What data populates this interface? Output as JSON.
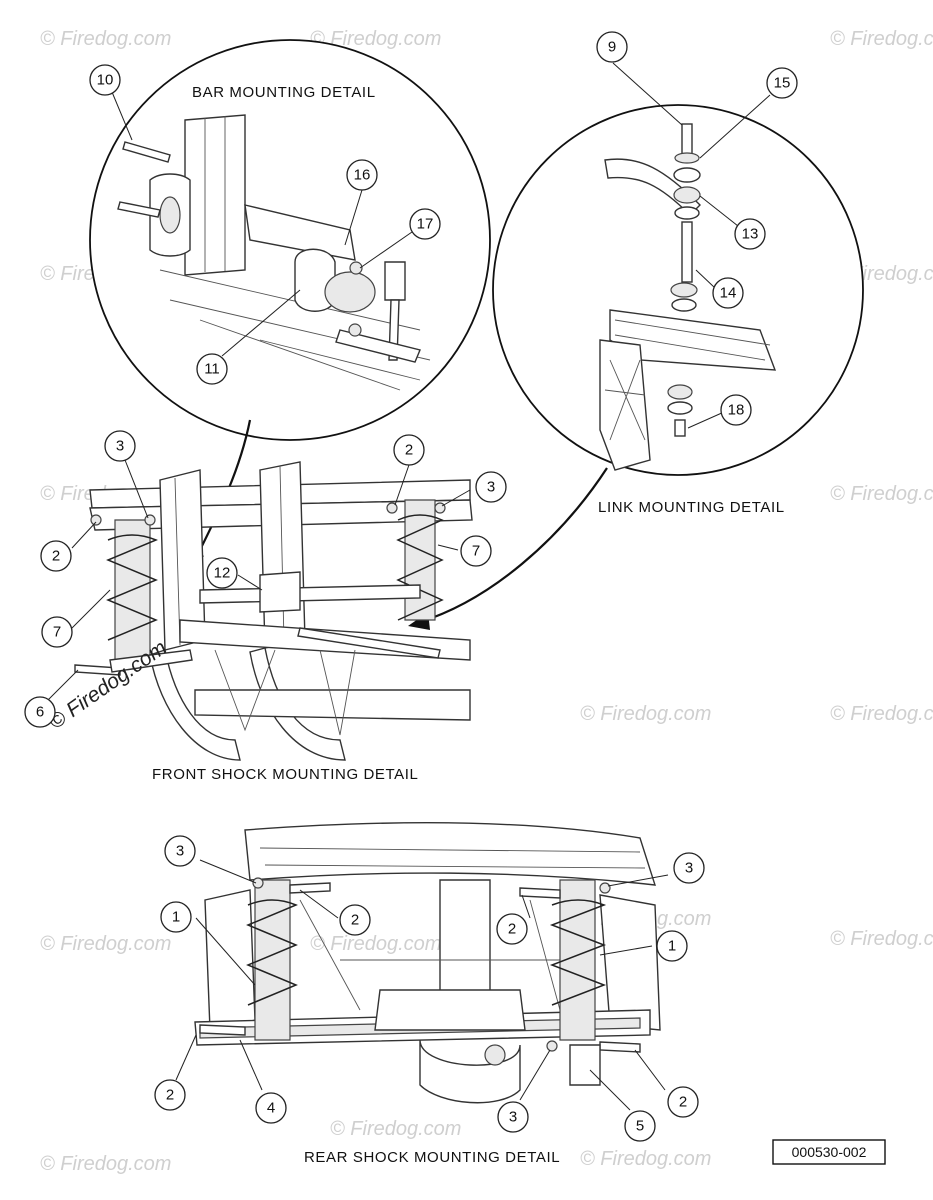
{
  "labels": {
    "bar_mounting": "BAR MOUNTING DETAIL",
    "link_mounting": "LINK MOUNTING DETAIL",
    "front_shock": "FRONT SHOCK MOUNTING DETAIL",
    "rear_shock": "REAR SHOCK MOUNTING DETAIL"
  },
  "figure_code": "000530-002",
  "watermark": "© Firedog.com",
  "callouts": {
    "bar": [
      "10",
      "16",
      "17",
      "11"
    ],
    "link": [
      "9",
      "15",
      "13",
      "14",
      "18"
    ],
    "front": [
      "3",
      "2",
      "3",
      "2",
      "7",
      "7",
      "12",
      "6"
    ],
    "rear": [
      "3",
      "3",
      "2",
      "2",
      "1",
      "1",
      "2",
      "4",
      "3",
      "5",
      "2"
    ]
  }
}
